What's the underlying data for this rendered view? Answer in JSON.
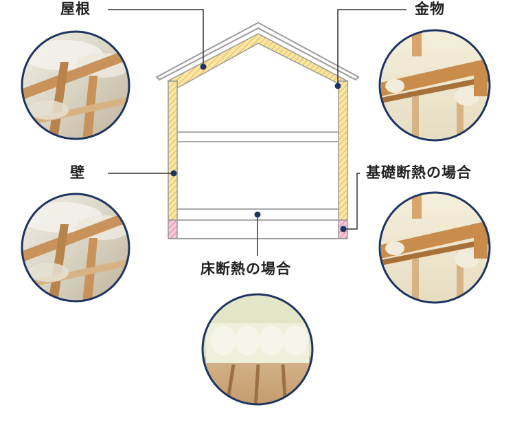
{
  "labels": {
    "roof": "屋根",
    "hardware": "金物",
    "wall": "壁",
    "foundation": "基礎断熱の場合",
    "floor": "床断熱の場合"
  },
  "colors": {
    "ink": "#222222",
    "line": "#333333",
    "dot": "#1d3461",
    "insulation_fill": "#fbe6a6",
    "insulation_hatch": "#e6b64a",
    "foundation_fill": "#f6c9d8",
    "foundation_hatch": "#e07fa2",
    "frame_stroke": "#9a9a9a",
    "photo_ring": "#1d3461"
  },
  "photos": {
    "roof": "spray-foam-roof-photo",
    "hardware": "spray-foam-hardware-photo",
    "wall": "spray-foam-wall-photo",
    "foundation": "spray-foam-foundation-photo",
    "floor": "spray-foam-floor-photo"
  }
}
